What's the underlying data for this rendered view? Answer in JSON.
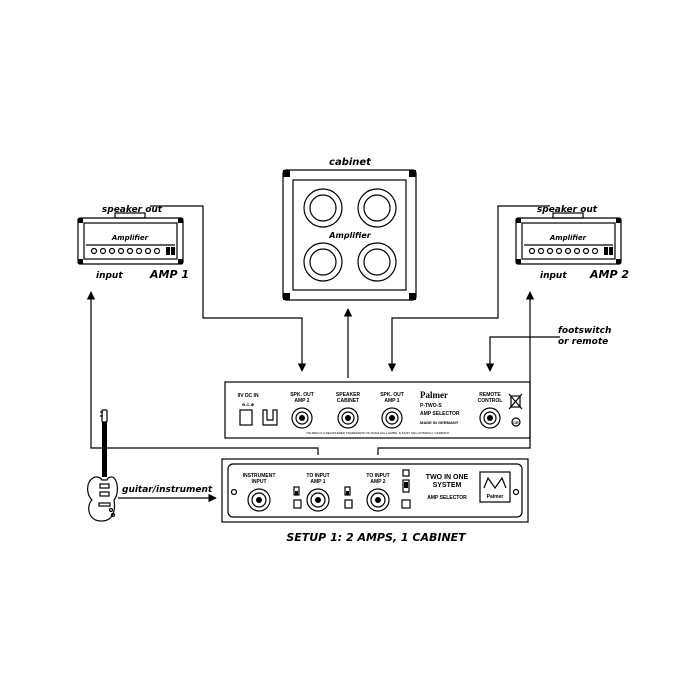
{
  "labels": {
    "cabinet": "cabinet",
    "amp1_speaker_out": "speaker out",
    "amp2_speaker_out": "speaker out",
    "amp1_input": "input",
    "amp2_input": "input",
    "amp1_name": "AMP 1",
    "amp2_name": "AMP 2",
    "footswitch_line1": "footswitch",
    "footswitch_line2": "or remote",
    "guitar": "guitar/instrument",
    "caption": "SETUP 1: 2 AMPS, 1 CABINET"
  },
  "amp_script": "Amplifier",
  "cabinet_script": "Amplifier",
  "rear_panel": {
    "dc_in": "9V DC IN",
    "spk_out_amp2_l1": "SPK. OUT",
    "spk_out_amp2_l2": "AMP 2",
    "speaker_cabinet_l1": "SPEAKER",
    "speaker_cabinet_l2": "CABINET",
    "spk_out_amp1_l1": "SPK. OUT",
    "spk_out_amp1_l2": "AMP 1",
    "brand": "Palmer",
    "model": "P-TWO-S",
    "product": "AMP SELECTOR",
    "made_in": "MADE IN GERMANY",
    "remote_l1": "REMOTE",
    "remote_l2": "CONTROL",
    "fine_print": "PALMER IS A REGISTERED TRADEMARK OF ADAM HALL GMBH, D-61267 NEU-ANSPACH, GERMANY"
  },
  "front_panel": {
    "instrument_l1": "INSTRUMENT",
    "instrument_l2": "INPUT",
    "to_input_amp1_l1": "TO INPUT",
    "to_input_amp1_l2": "AMP 1",
    "to_input_amp2_l1": "TO INPUT",
    "to_input_amp2_l2": "AMP 2",
    "title_l1": "TWO IN ONE",
    "title_l2": "SYSTEM",
    "subtitle": "AMP SELECTOR",
    "badge": "Palmer"
  }
}
